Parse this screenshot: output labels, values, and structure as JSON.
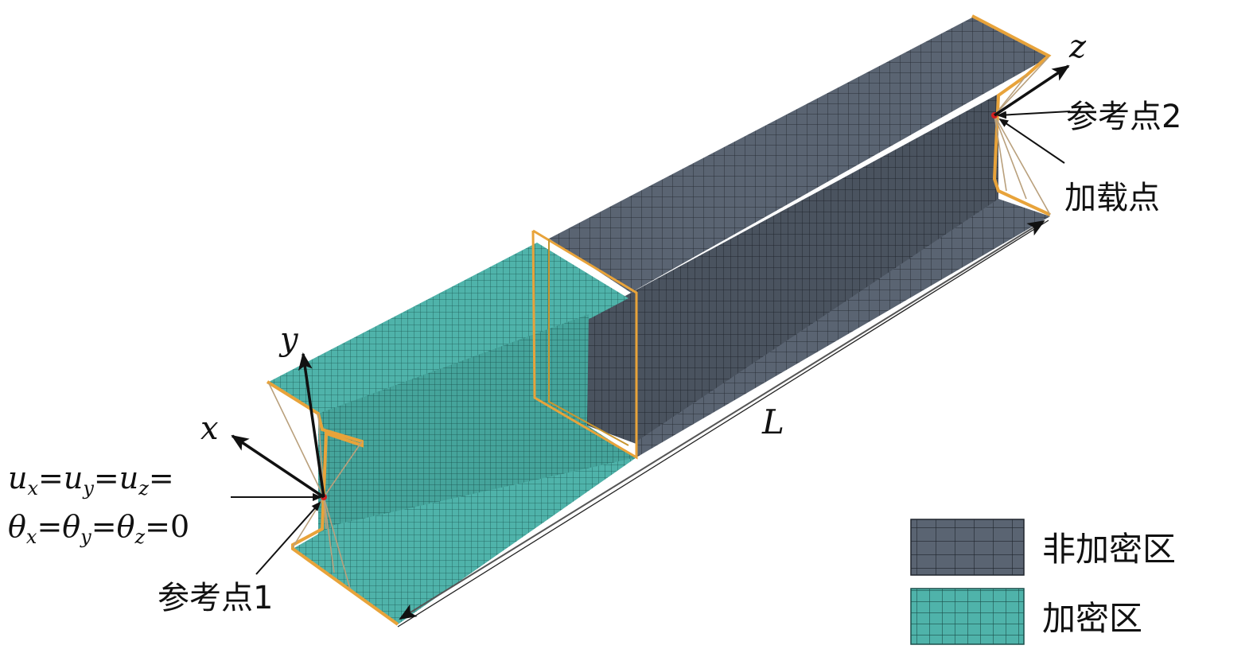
{
  "labels": {
    "ref_point_2": "参考点2",
    "loading_point": "加载点",
    "ref_point_1": "参考点1",
    "length": "L",
    "axis_x": "x",
    "axis_y": "y",
    "axis_z": "z",
    "bc_u": {
      "u": "u",
      "sx": "x",
      "sy": "y",
      "sz": "z",
      "eq": "="
    },
    "bc_theta": {
      "t": "θ",
      "sx": "x",
      "sy": "y",
      "sz": "z",
      "eq": "=",
      "zero": "0"
    }
  },
  "legend": [
    {
      "label": "非加密区",
      "color": "#5a6472"
    },
    {
      "label": "加密区",
      "color": "#4fb3aa"
    }
  ],
  "colors": {
    "coarse_mesh": "#5a6472",
    "fine_mesh": "#4fb3aa",
    "edge_orange": "#e8a33a",
    "constraint_line": "#b9a07c",
    "ref_point": "#d42020"
  }
}
